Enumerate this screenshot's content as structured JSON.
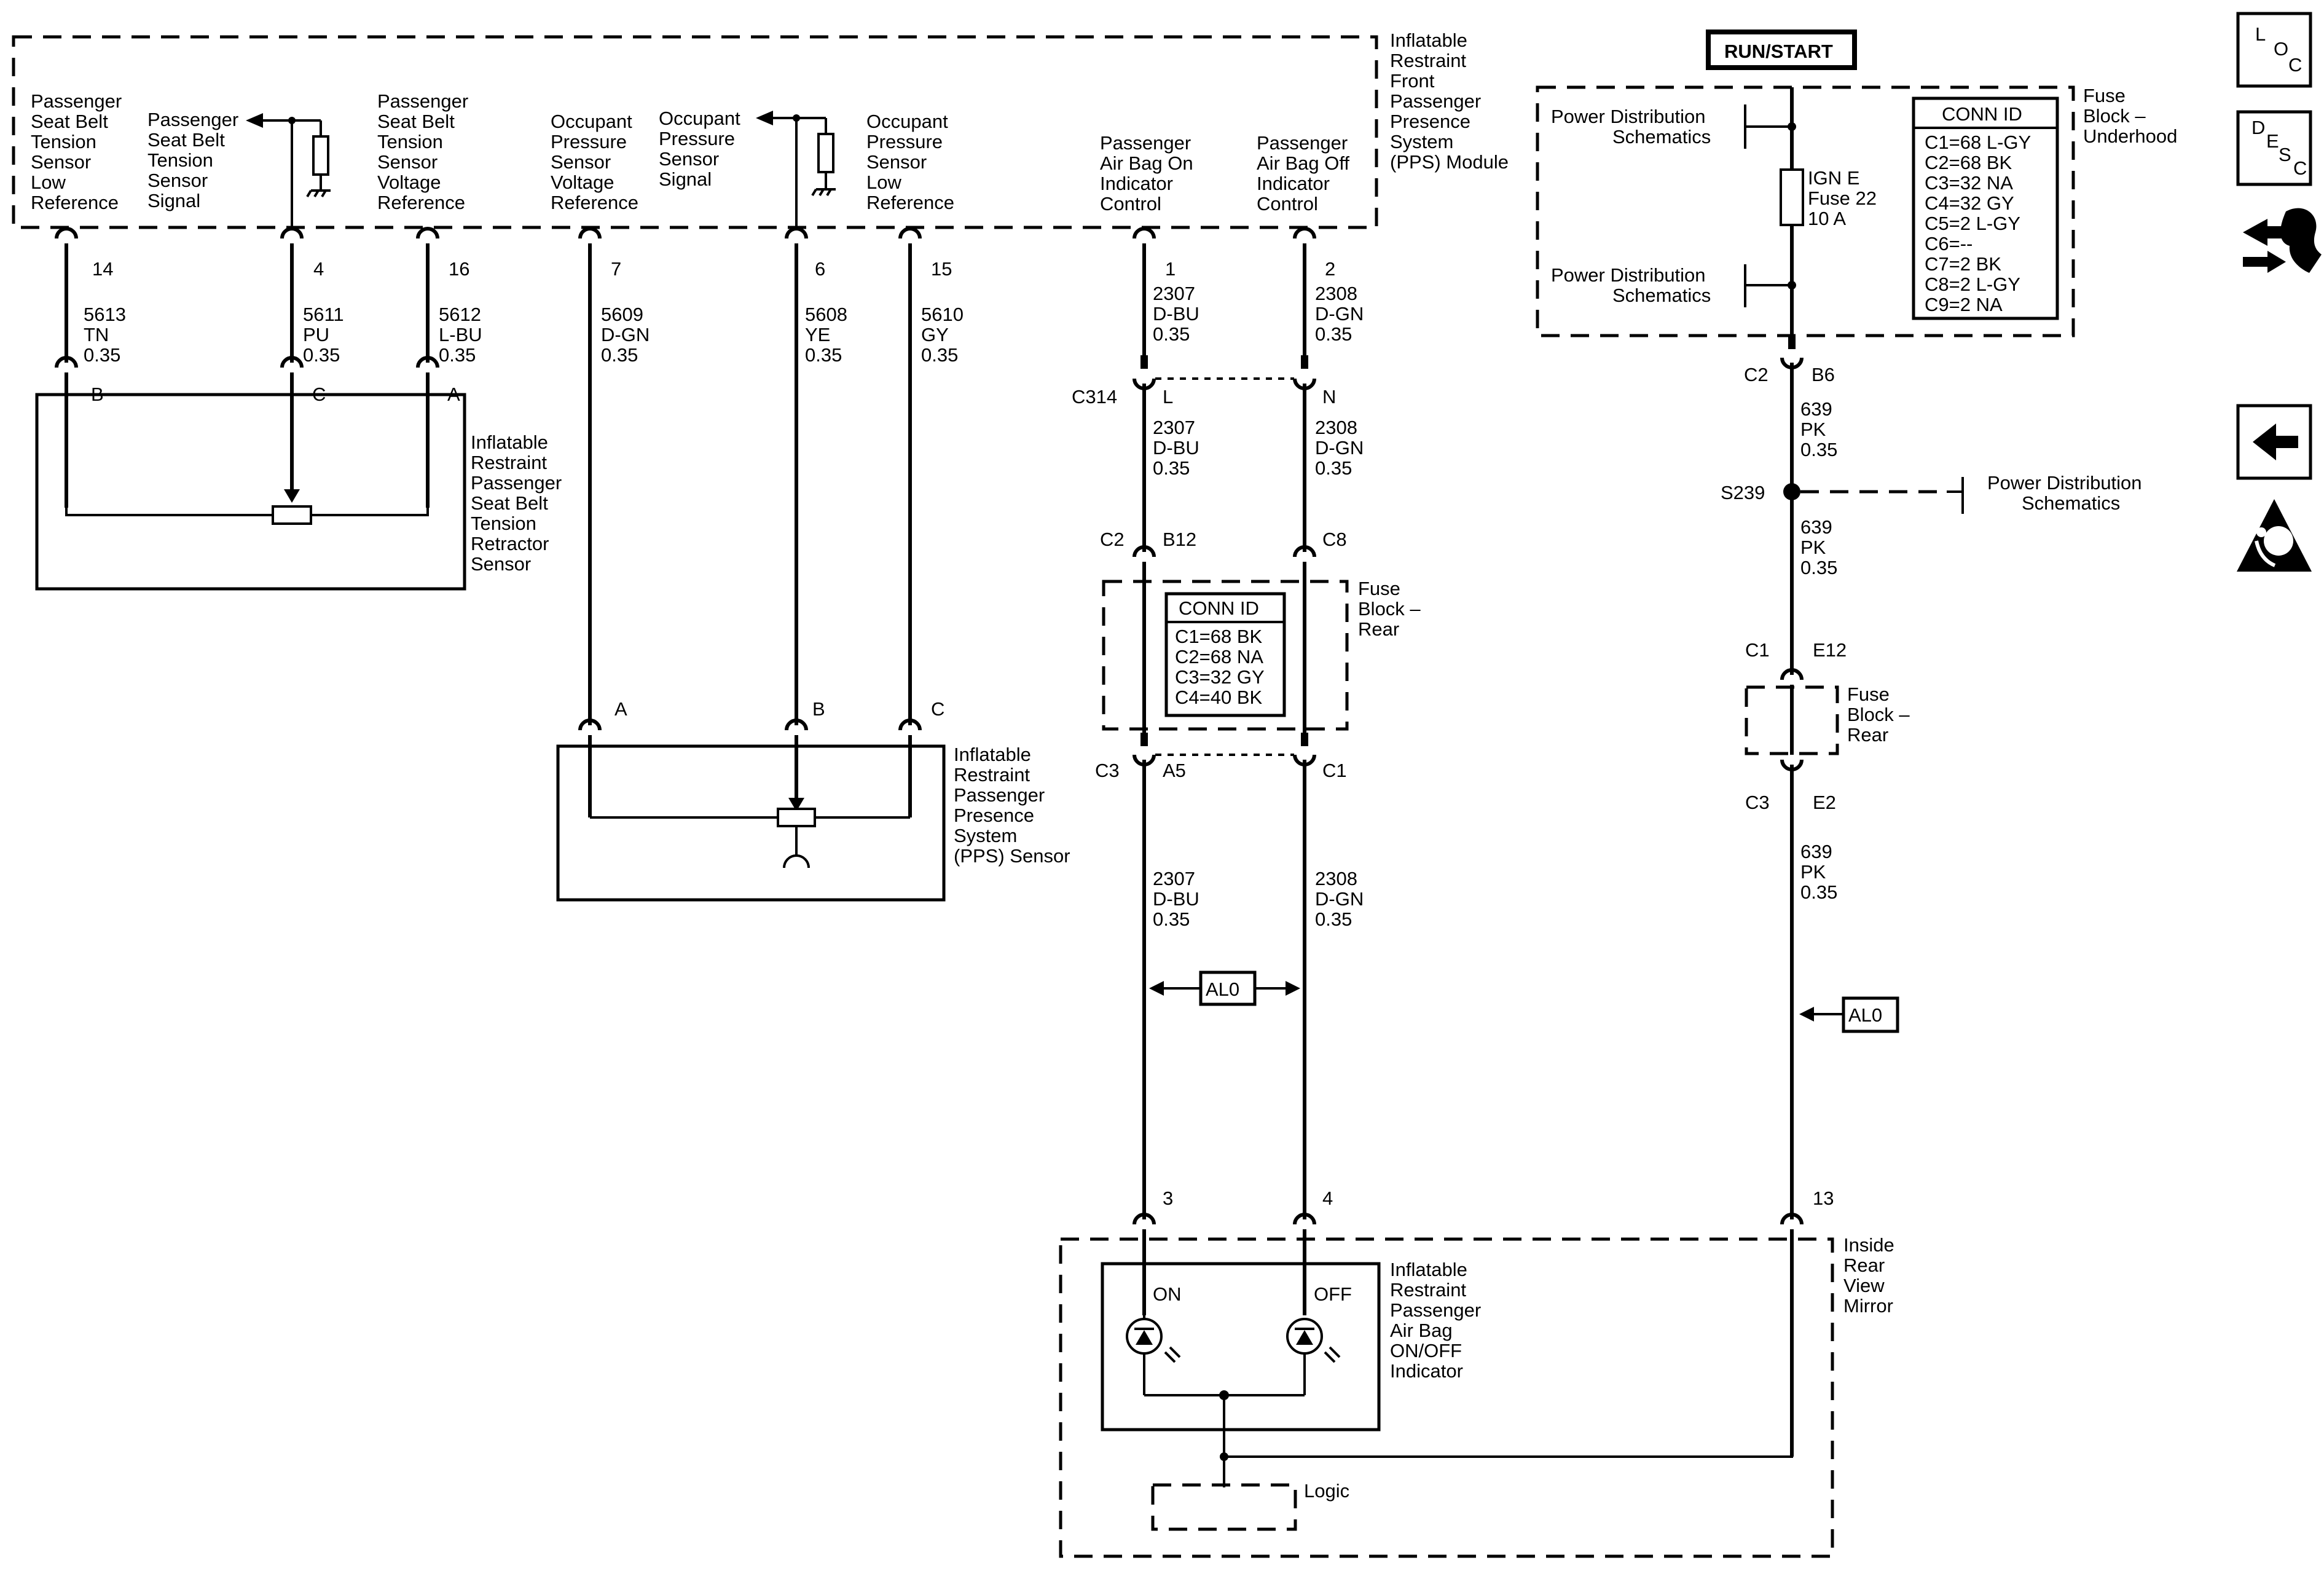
{
  "modules": {
    "pps_module": [
      "Inflatable",
      "Restraint",
      "Front",
      "Passenger",
      "Presence",
      "System",
      "(PPS) Module"
    ],
    "retractor_sensor": [
      "Inflatable",
      "Restraint",
      "Passenger",
      "Seat Belt",
      "Tension",
      "Retractor",
      "Sensor"
    ],
    "pps_sensor": [
      "Inflatable",
      "Restraint",
      "Passenger",
      "Presence",
      "System",
      "(PPS) Sensor"
    ],
    "fuse_block_rear_1": [
      "Fuse",
      "Block –",
      "Rear"
    ],
    "fuse_block_rear_2": [
      "Fuse",
      "Block –",
      "Rear"
    ],
    "fuse_block_underhood": [
      "Fuse",
      "Block –",
      "Underhood"
    ],
    "inside_mirror": [
      "Inside",
      "Rear",
      "View",
      "Mirror"
    ],
    "indicator": [
      "Inflatable",
      "Restraint",
      "Passenger",
      "Air Bag",
      "ON/OFF",
      "Indicator"
    ],
    "logic": "Logic"
  },
  "module_pins": [
    {
      "label": [
        "Passenger",
        "Seat Belt",
        "Tension",
        "Sensor",
        "Low",
        "Reference"
      ],
      "pin": "14",
      "circuit": [
        "5613",
        "TN",
        "0.35"
      ],
      "sensor_pin": "B"
    },
    {
      "label": [
        "Passenger",
        "Seat Belt",
        "Tension",
        "Sensor",
        "Signal"
      ],
      "pin": "4",
      "circuit": [
        "5611",
        "PU",
        "0.35"
      ],
      "sensor_pin": "C"
    },
    {
      "label": [
        "Passenger",
        "Seat Belt",
        "Tension",
        "Sensor",
        "Voltage",
        "Reference"
      ],
      "pin": "16",
      "circuit": [
        "5612",
        "L-BU",
        "0.35"
      ],
      "sensor_pin": "A"
    },
    {
      "label": [
        "Occupant",
        "Pressure",
        "Sensor",
        "Voltage",
        "Reference"
      ],
      "pin": "7",
      "circuit": [
        "5609",
        "D-GN",
        "0.35"
      ],
      "sensor_pin": "A"
    },
    {
      "label": [
        "Occupant",
        "Pressure",
        "Sensor",
        "Signal"
      ],
      "pin": "6",
      "circuit": [
        "5608",
        "YE",
        "0.35"
      ],
      "sensor_pin": "B"
    },
    {
      "label": [
        "Occupant",
        "Pressure",
        "Sensor",
        "Low",
        "Reference"
      ],
      "pin": "15",
      "circuit": [
        "5610",
        "GY",
        "0.35"
      ],
      "sensor_pin": "C"
    },
    {
      "label": [
        "Passenger",
        "Air Bag On",
        "Indicator",
        "Control"
      ],
      "pin": "1",
      "circuit": [
        "2307",
        "D-BU",
        "0.35"
      ]
    },
    {
      "label": [
        "Passenger",
        "Air Bag Off",
        "Indicator",
        "Control"
      ],
      "pin": "2",
      "circuit": [
        "2308",
        "D-GN",
        "0.35"
      ]
    }
  ],
  "connectors": {
    "c314": "C314",
    "c314_l": "L",
    "c314_n": "N",
    "c2_rear": "C2",
    "b12": "B12",
    "c8": "C8",
    "c3_rear": "C3",
    "a5": "A5",
    "c1_rear": "C1",
    "mirror_pin3": "3",
    "mirror_pin4": "4",
    "mirror_pin13": "13",
    "c2_uh": "C2",
    "b6": "B6",
    "s239": "S239",
    "c1_r2": "C1",
    "e12": "E12",
    "c3_r2": "C3",
    "e2": "E2"
  },
  "wires": {
    "w2307": [
      "2307",
      "D-BU",
      "0.35"
    ],
    "w2308": [
      "2308",
      "D-GN",
      "0.35"
    ],
    "w639": [
      "639",
      "PK",
      "0.35"
    ]
  },
  "conn_id_rear": {
    "title": "CONN ID",
    "rows": [
      "C1=68 BK",
      "C2=68 NA",
      "C3=32 GY",
      "C4=40 BK"
    ]
  },
  "conn_id_underhood": {
    "title": "CONN ID",
    "rows": [
      "C1=68 L-GY",
      "C2=68 BK",
      "C3=32 NA",
      "C4=32 GY",
      "C5=2 L-GY",
      "C6=--",
      "C7=2 BK",
      "C8=2 L-GY",
      "C9=2 NA"
    ]
  },
  "power": {
    "run_start": "RUN/START",
    "fuse": [
      "IGN E",
      "Fuse 22",
      "10 A"
    ],
    "pd1": [
      "Power Distribution",
      "Schematics"
    ],
    "pd2": [
      "Power Distribution",
      "Schematics"
    ],
    "pd3": [
      "Power Distribution",
      "Schematics"
    ]
  },
  "al0": "AL0",
  "indicator_on": "ON",
  "indicator_off": "OFF",
  "nav": {
    "loc": [
      "L",
      "O",
      "C"
    ],
    "desc": [
      "D",
      "E",
      "S",
      "C"
    ]
  }
}
